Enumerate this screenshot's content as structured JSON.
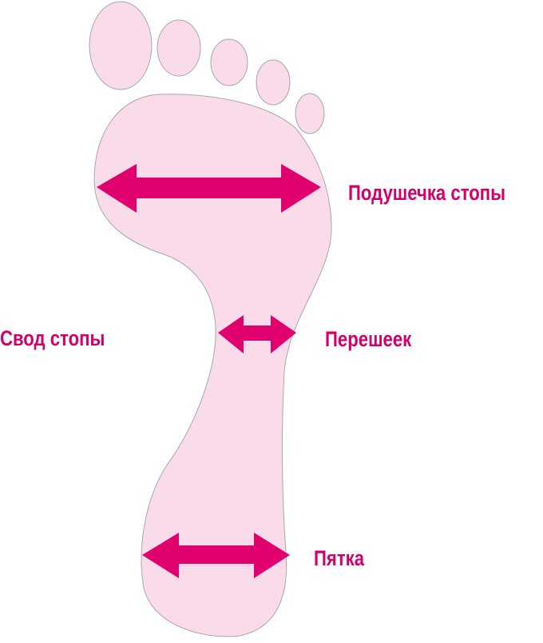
{
  "colors": {
    "foot_fill": "#fadbea",
    "foot_outline": "#a8a8a8",
    "arrow": "#e0006e",
    "label": "#d4006a"
  },
  "labels": {
    "ball": "Подушечка стопы",
    "arch": "Свод стопы",
    "isthmus": "Перешеек",
    "heel": "Пятка"
  }
}
